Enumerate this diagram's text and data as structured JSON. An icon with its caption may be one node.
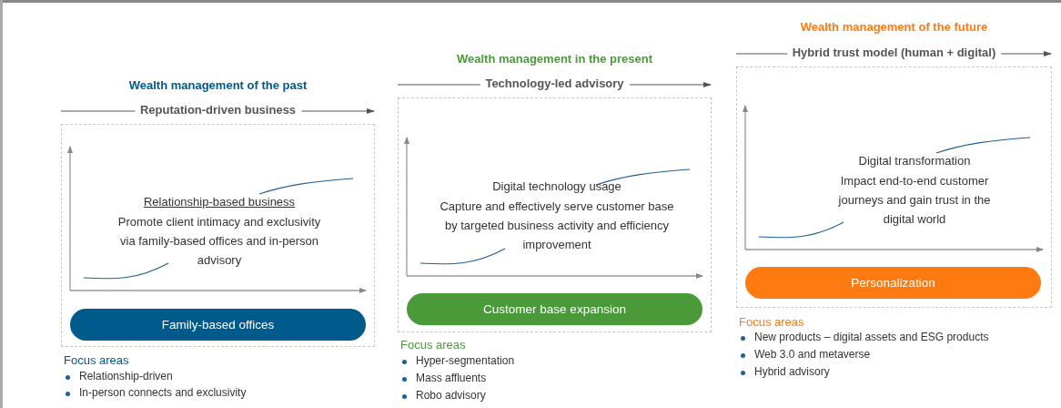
{
  "diagram": {
    "nodes": [
      {
        "text": [
          "Relationship-based business",
          "Promote client intimacy and exclusivity via family-based offices and in-person advisory"
        ]
      },
      {
        "text": [
          "Family-based offices"
        ],
        "in": 0
      },
      {
        "text": [
          "Digital technology usage",
          "Capture and effectively serve customer base by targeted business activity and efficiency improvement"
        ]
      },
      {
        "text": [
          "Customer base expansion"
        ],
        "in": 2
      },
      {
        "text": [
          "Digital transformation",
          "Impact end-to-end customer journeys and gain trust in the digital world"
        ]
      },
      {
        "text": [
          "Personalization"
        ],
        "in": 4
      }
    ],
    "labels": [
      "Wealth management of the past",
      "Reputation-driven business",
      "Focus areas",
      "Relationship-driven",
      "In-person connects and exclusivity",
      "Wealth management in the present",
      "Technology-led advisory",
      "Focus areas",
      "Hyper-segmentation",
      "Mass affluents",
      "Robo advisory",
      "Wealth management of the future",
      "Hybrid trust model (human + digital)",
      "Focus areas",
      "New products – digital assets and ESG products",
      "Web 3.0 and metaverse",
      "Hybrid advisory"
    ]
  }
}
